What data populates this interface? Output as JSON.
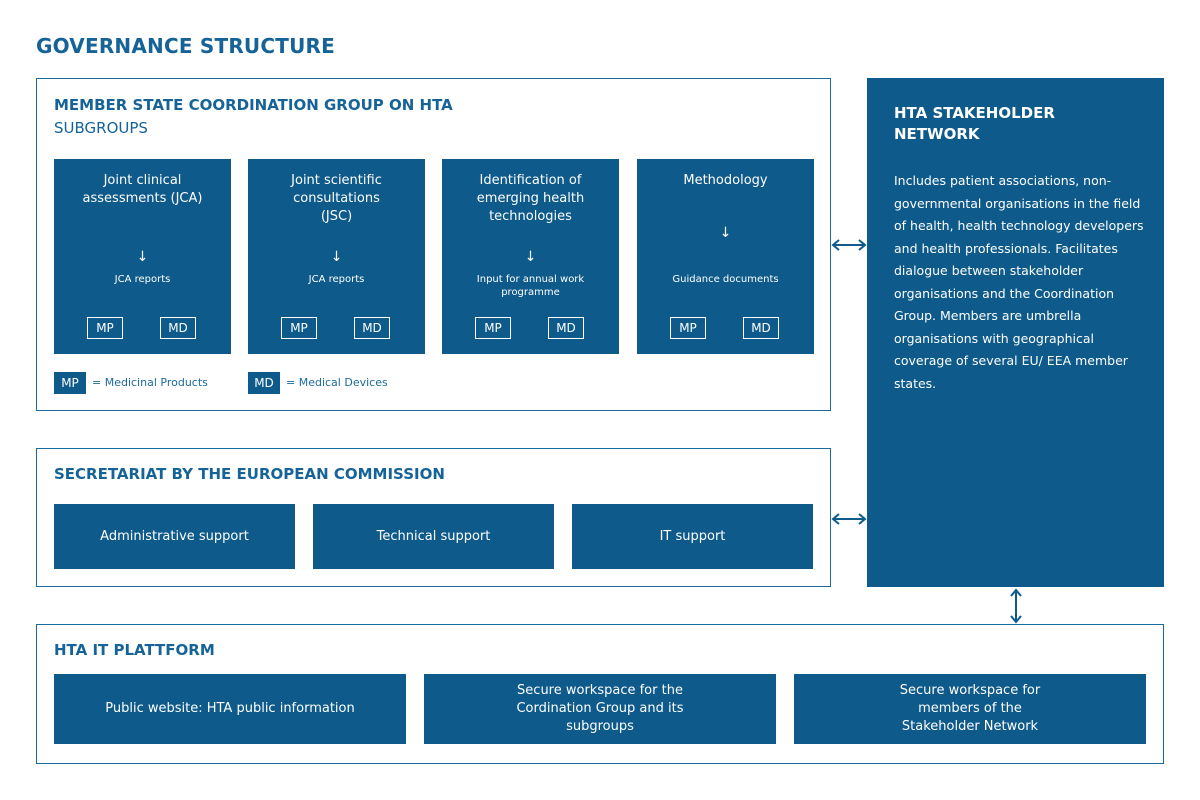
{
  "title": "GOVERNANCE STRUCTURE",
  "coordination_group": {
    "title": "MEMBER STATE COORDINATION GROUP ON HTA",
    "subtitle": "SUBGROUPS",
    "subgroups": [
      {
        "title": "Joint clinical assessments (JCA)",
        "arrow": "↓",
        "output": "JCA reports",
        "tags": [
          "MP",
          "MD"
        ]
      },
      {
        "title": "Joint scientific consultations (JSC)",
        "arrow": "↓",
        "output": "JCA reports",
        "tags": [
          "MP",
          "MD"
        ]
      },
      {
        "title": "Identification of emerging health technologies",
        "arrow": "↓",
        "output": "Input for annual work programme",
        "tags": [
          "MP",
          "MD"
        ]
      },
      {
        "title": "Methodology",
        "arrow": "↓",
        "output": "Guidance documents",
        "tags": [
          "MP",
          "MD"
        ]
      }
    ],
    "legend": [
      {
        "abbr": "MP",
        "text": "= Medicinal Products"
      },
      {
        "abbr": "MD",
        "text": "= Medical Devices"
      }
    ]
  },
  "secretariat": {
    "title": "SECRETARIAT BY THE EUROPEAN COMMISSION",
    "items": [
      "Administrative support",
      "Technical support",
      "IT support"
    ]
  },
  "network": {
    "title": "HTA STAKEHOLDER NETWORK",
    "description": "Includes patient associations, non-governmental organisations in the field of health, health technology developers and health professionals. Facilitates dialogue between stakeholder organisations and the Coordination Group. Members are umbrella organisations with geographical coverage of several EU/ EEA member states."
  },
  "platform": {
    "title": "HTA IT PLATTFORM",
    "items": [
      "Public website: HTA public information",
      "Secure workspace for the Cordination Group and its subgroups",
      "Secure workspace for members of the Stakeholder Network"
    ]
  },
  "colors": {
    "primary": "#0d5a8b",
    "text": "#156397"
  }
}
